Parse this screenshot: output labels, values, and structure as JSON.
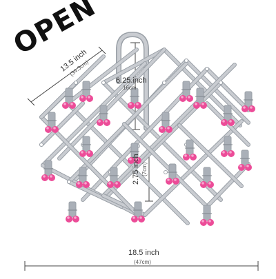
{
  "headline": "OPEN",
  "dimensions": {
    "width_top": {
      "inch": "13.5 inch",
      "cm": "(34.3cm)"
    },
    "hook_height": {
      "inch": "6.25.inch",
      "cm": "16cm"
    },
    "cell": {
      "inch": "2.75 inch",
      "cm": "(7cm)"
    },
    "width_bottom": {
      "inch": "18.5 inch",
      "cm": "(47cm)"
    }
  },
  "colors": {
    "frame": "#c9ccd1",
    "frame_edge": "#9aa0a7",
    "clip_metal": "#aab0b8",
    "peg_pink": "#ec4c98",
    "peg_light": "#f7a9cf",
    "guide_line": "#444444"
  }
}
